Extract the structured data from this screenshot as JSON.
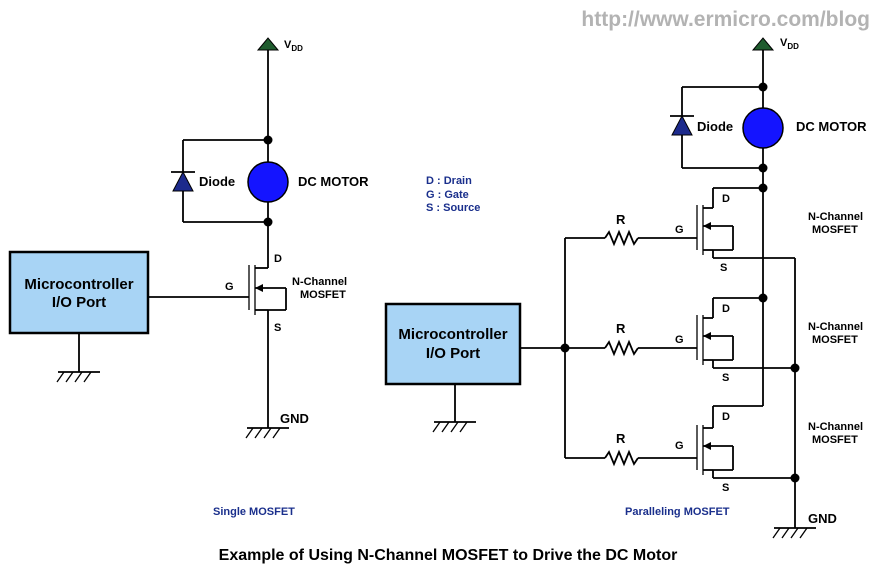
{
  "watermark": "http://www.ermicro.com/blog",
  "title": "Example of Using N-Channel MOSFET to Drive the DC Motor",
  "vdd": {
    "main": "V",
    "sub": "DD"
  },
  "gnd": "GND",
  "legend": {
    "drain": "D : Drain",
    "gate": "G : Gate",
    "source": "S  : Source"
  },
  "left": {
    "caption": "Single MOSFET",
    "mcu": [
      "Microcontroller",
      "I/O Port"
    ],
    "diode": "Diode",
    "motor": "DC MOTOR",
    "mosfet": [
      "N-Channel",
      "MOSFET"
    ],
    "pins": {
      "d": "D",
      "g": "G",
      "s": "S"
    }
  },
  "right": {
    "caption": "Paralleling MOSFET",
    "mcu": [
      "Microcontroller",
      "I/O Port"
    ],
    "diode": "Diode",
    "motor": "DC MOTOR",
    "resistor": "R",
    "mosfet": [
      "N-Channel",
      "MOSFET"
    ],
    "pins": {
      "d": "D",
      "g": "G",
      "s": "S"
    }
  },
  "colors": {
    "box": "#a8d4f5",
    "motor": "#1414ff",
    "diode": "#1c2a8c",
    "vdd": "#1f5c2e",
    "caption": "#1a2f8c"
  }
}
